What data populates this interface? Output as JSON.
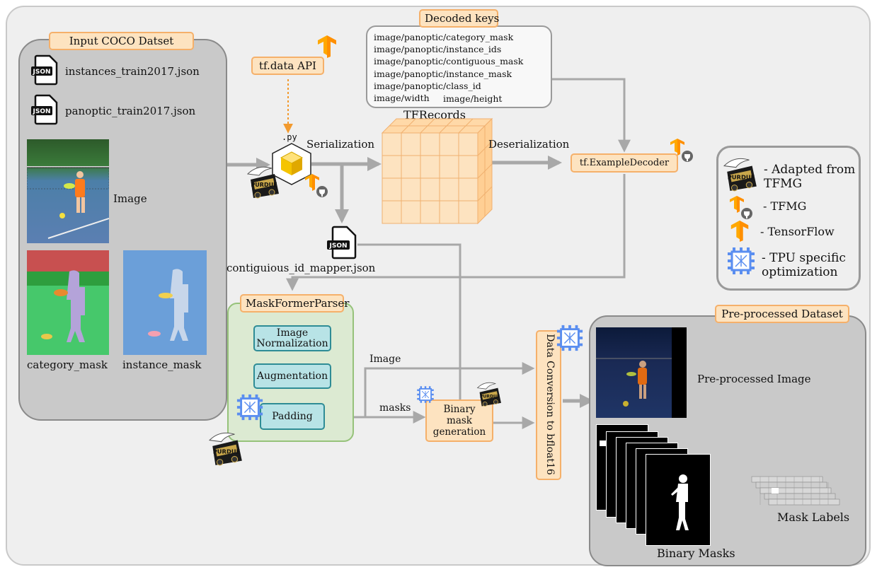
{
  "input_panel": {
    "title": "Input COCO Datset",
    "files": [
      {
        "icon": "json-file-icon",
        "label": "instances_train2017.json"
      },
      {
        "icon": "json-file-icon",
        "label": "panoptic_train2017.json"
      }
    ],
    "image_label": "Image",
    "category_mask_label": "category_mask",
    "instance_mask_label": "instance_mask"
  },
  "tf_data_api": "tf.data API",
  "py_label": ".py",
  "serialization_label": "Serialization",
  "deserialization_label": "Deserialization",
  "tfrecords_label": "TFRecords",
  "json_icon_text": "JSON",
  "mapper_file": "contiguious_id_mapper.json",
  "decoded_keys": {
    "title": "Decoded keys",
    "keys": [
      "image/panoptic/category_mask",
      "image/panoptic/instance_ids",
      "image/panoptic/contiguous_mask",
      "image/panoptic/instance_mask",
      "image/panoptic/class_id"
    ],
    "last_row": [
      "image/width",
      "image/height"
    ]
  },
  "decoder_label": "tf.ExampleDecoder",
  "parser": {
    "title": "MaskFormerParser",
    "steps": [
      "Image Normalization",
      "Augmentation",
      "Padding"
    ]
  },
  "flow_labels": {
    "image": "Image",
    "masks": "masks"
  },
  "binary_mask_box": "Binary mask generation",
  "conversion_label": "Data Conversion to bfloat16",
  "preprocessed": {
    "title": "Pre-processed Dataset",
    "image_label": "Pre-processed Image",
    "binary_masks_label": "Binary Masks",
    "mask_labels_label": "Mask Labels"
  },
  "legend": [
    {
      "icon": "purdue-train-icon",
      "label": "- Adapted from TFMG"
    },
    {
      "icon": "tfmg-icon",
      "label": "- TFMG"
    },
    {
      "icon": "tensorflow-icon",
      "label": "- TensorFlow"
    },
    {
      "icon": "tpu-chip-icon",
      "label": "- TPU specific optimization"
    }
  ],
  "colors": {
    "orange_fill": "#fde3c0",
    "orange_border": "#f5b06a",
    "teal_fill": "#b8e3e6",
    "green_panel": "#dcead2",
    "tensorflow": "#ff8f00",
    "tpu_blue": "#5a8ef0",
    "arrow_gray": "#a8a8a8"
  }
}
